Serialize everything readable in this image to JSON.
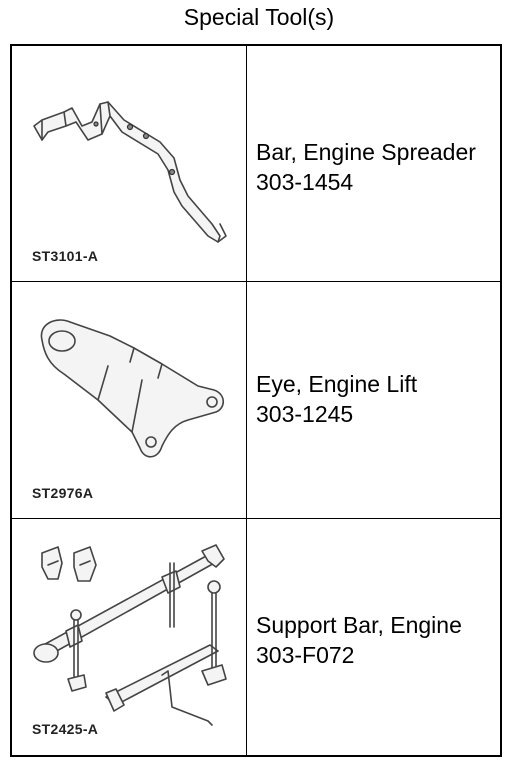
{
  "title": "Special Tool(s)",
  "tools": [
    {
      "code": "ST3101-A",
      "name": "Bar, Engine Spreader",
      "number": "303-1454",
      "illustration": "engine-spreader-bar"
    },
    {
      "code": "ST2976A",
      "name": "Eye, Engine Lift",
      "number": "303-1245",
      "illustration": "engine-lift-eye"
    },
    {
      "code": "ST2425-A",
      "name": "Support Bar, Engine",
      "number": "303-F072",
      "illustration": "engine-support-bar"
    }
  ]
}
